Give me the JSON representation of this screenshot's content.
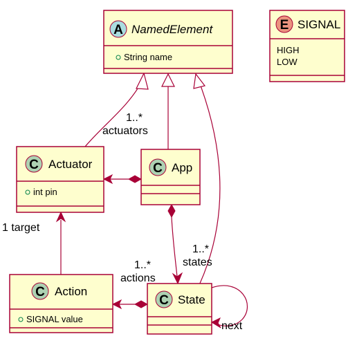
{
  "diagram": {
    "classes": {
      "named_element": {
        "badge": "A",
        "badge_color": "#A9DCDF",
        "name": "NamedElement",
        "attributes": [
          "String name"
        ]
      },
      "signal": {
        "badge": "E",
        "badge_color": "#EB937F",
        "name": "SIGNAL",
        "values": [
          "HIGH",
          "LOW"
        ]
      },
      "actuator": {
        "badge": "C",
        "badge_color": "#ADD1B2",
        "name": "Actuator",
        "attributes": [
          "int pin"
        ]
      },
      "app": {
        "badge": "C",
        "badge_color": "#ADD1B2",
        "name": "App",
        "attributes": []
      },
      "action": {
        "badge": "C",
        "badge_color": "#ADD1B2",
        "name": "Action",
        "attributes": [
          "SIGNAL value"
        ]
      },
      "state": {
        "badge": "C",
        "badge_color": "#ADD1B2",
        "name": "State",
        "attributes": []
      }
    },
    "labels": {
      "actuators_mult": "1..*",
      "actuators_role": "actuators",
      "target": "1 target",
      "states_mult": "1..*",
      "states_role": "states",
      "actions_mult": "1..*",
      "actions_role": "actions",
      "next": "next"
    },
    "colors": {
      "box_fill": "#FEFECE",
      "border": "#A80036",
      "visibility": "#038048"
    }
  }
}
